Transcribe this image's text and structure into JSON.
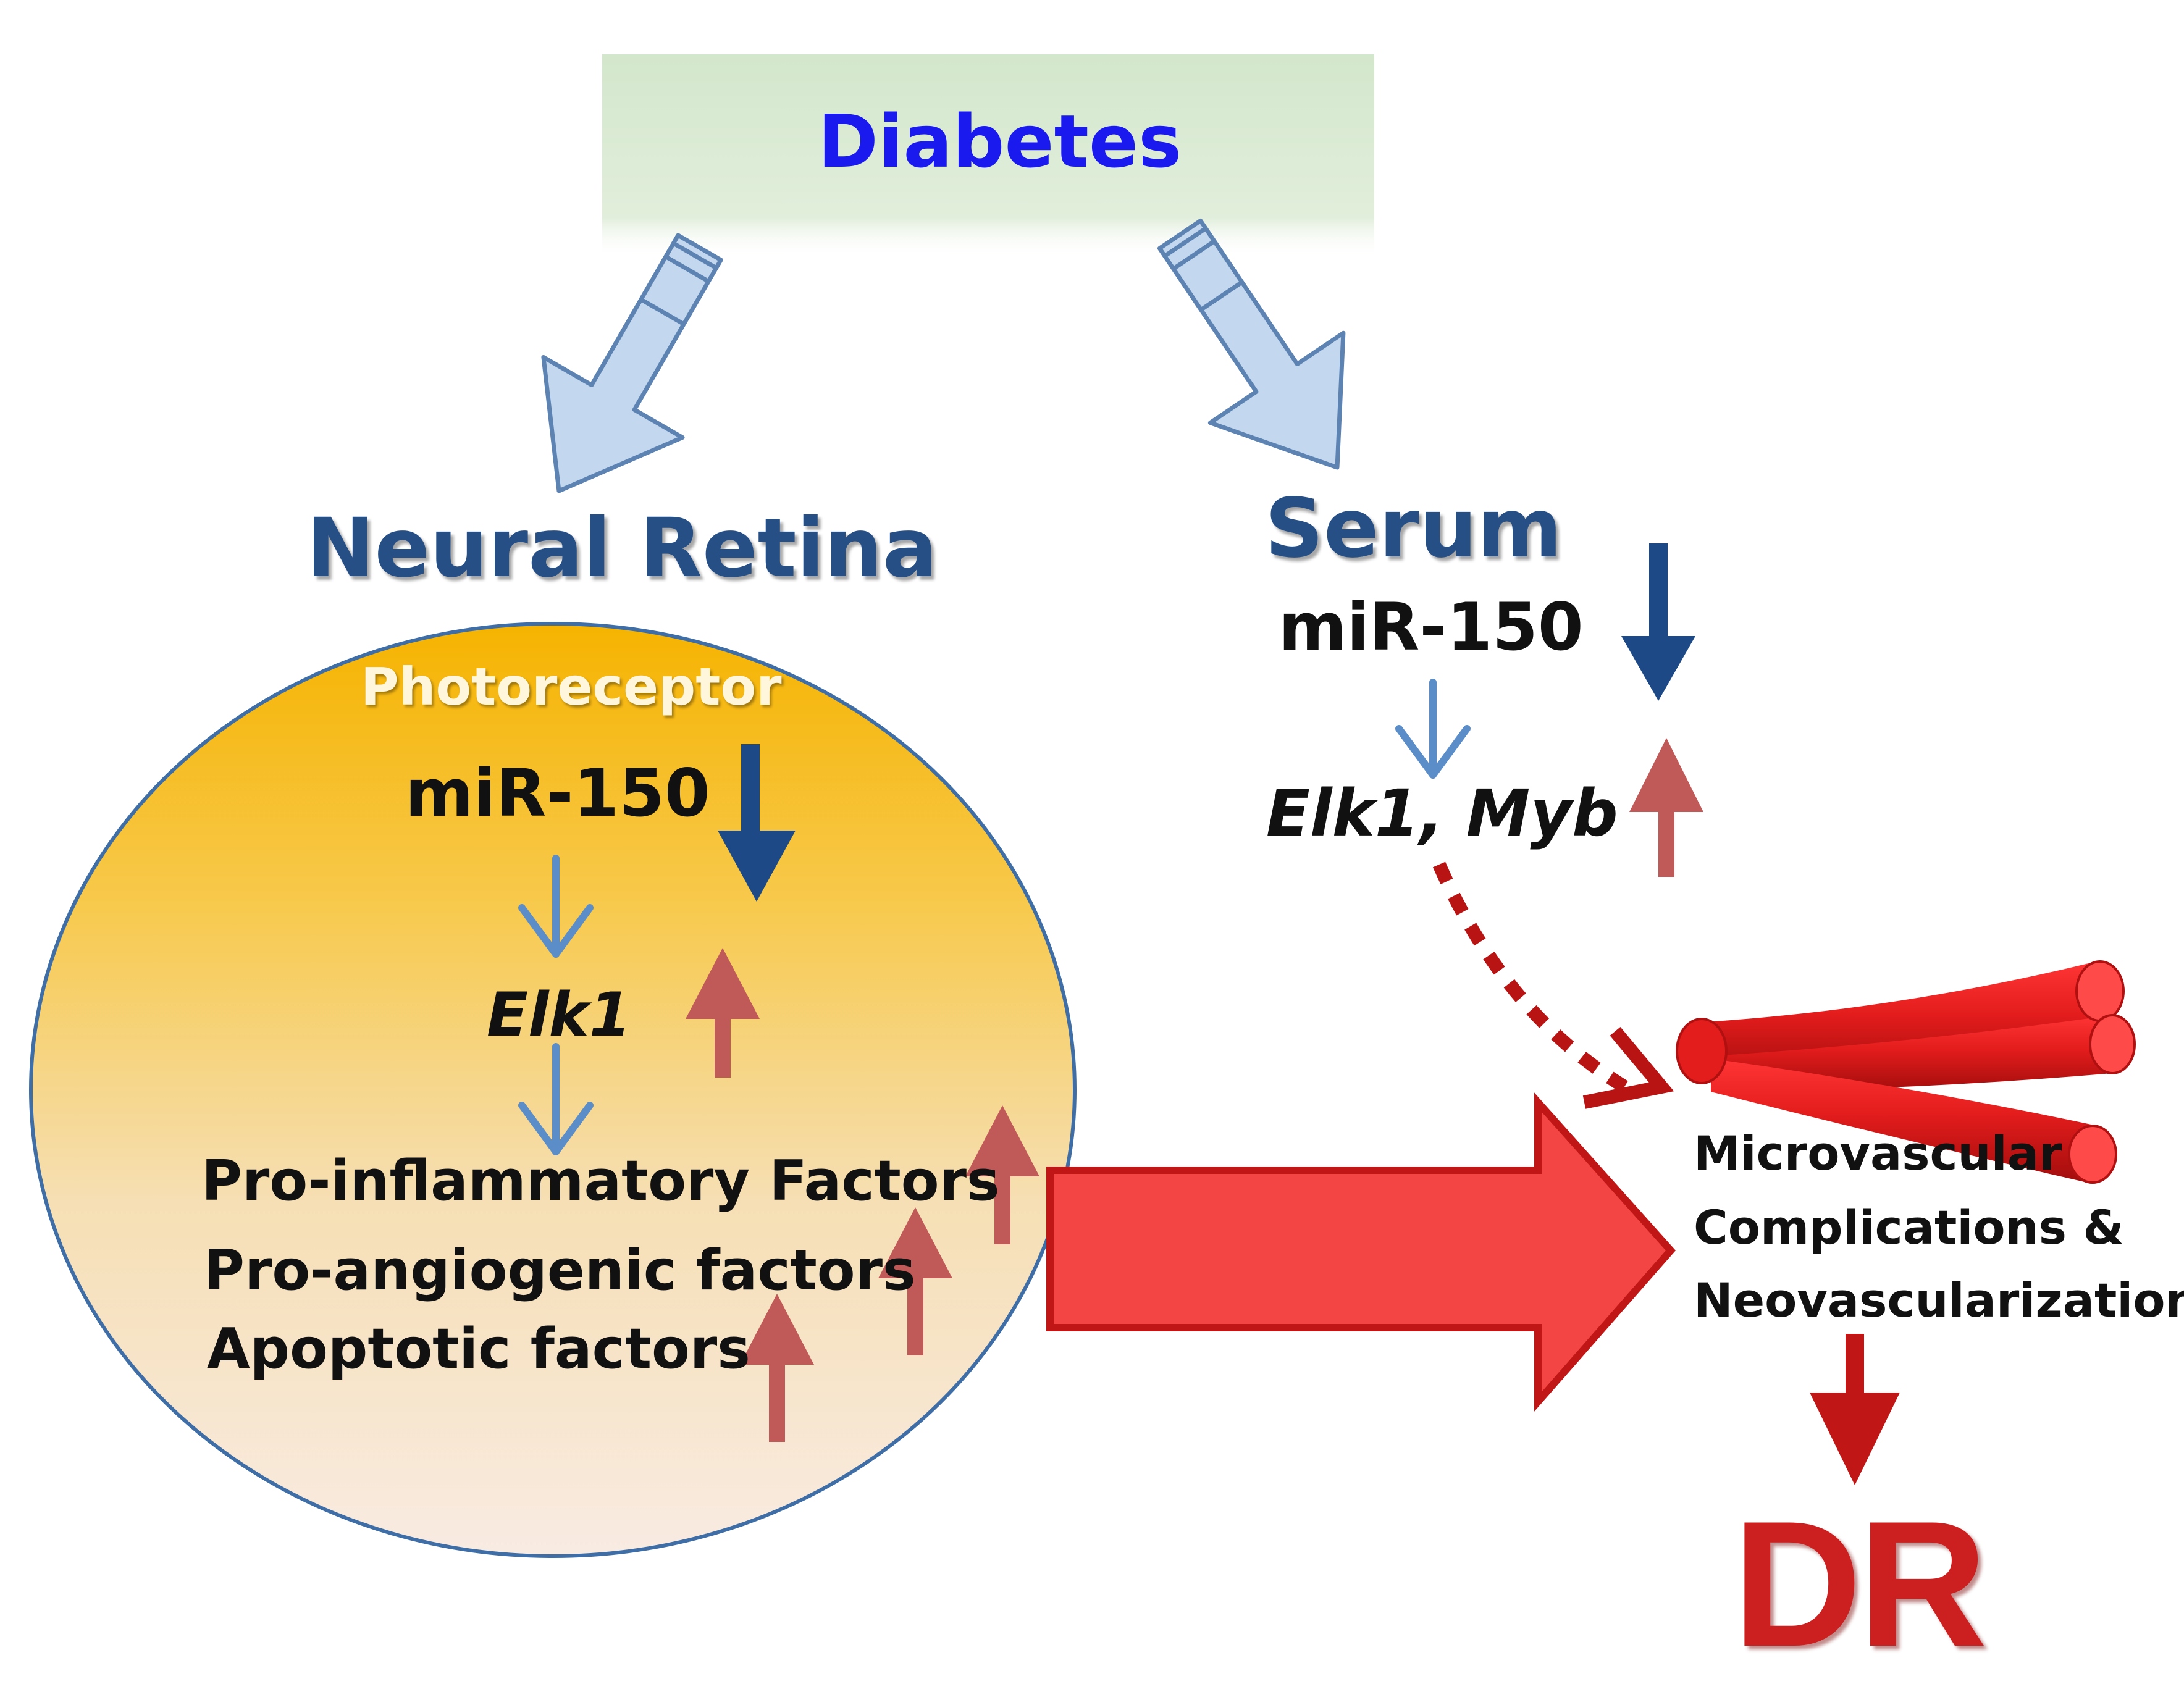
{
  "diagram": {
    "title": "Diabetes",
    "left_branch": {
      "label": "Neural Retina",
      "cell_label": "Photoreceptor",
      "mirna": "miR-150",
      "gene": "Elk1",
      "factors": [
        "Pro-inflammatory Factors",
        "Pro-angiogenic factors",
        "Apoptotic factors"
      ]
    },
    "right_branch": {
      "label": "Serum",
      "mirna": "miR-150",
      "genes": "Elk1, Myb"
    },
    "outcome": {
      "lines": [
        "Microvascular",
        "Complications &",
        "Neovascularization"
      ],
      "result": "DR"
    },
    "colors": {
      "title_text": "#1a1aee",
      "branch_label": "#264f86",
      "title_box": "#dcebd6",
      "block_arrow_fill": "#c3d7ee",
      "block_arrow_stroke": "#5d83b3",
      "down_arrow": "#1d4a86",
      "thin_arrow": "#5b8dc8",
      "up_arrow": "#c05a58",
      "vessel": "#e31c1c",
      "dr": "#cc1f1f",
      "cell_top": "#f7b500",
      "cell_bottom": "#f8e8dc"
    }
  }
}
